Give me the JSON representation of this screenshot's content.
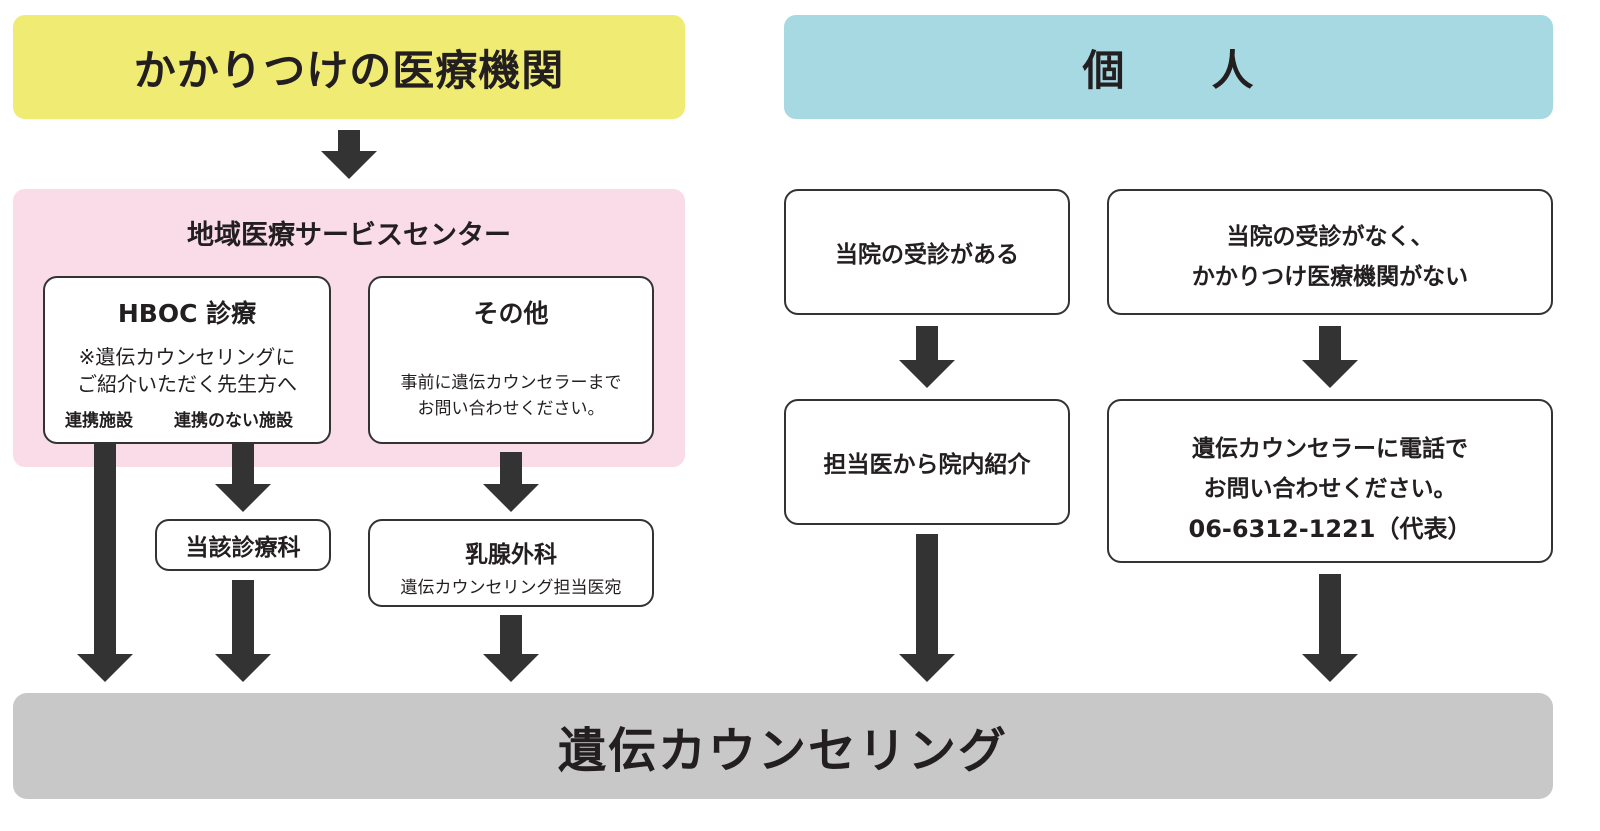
{
  "left_header": "かかりつけの医療機関",
  "right_header": "個　　人",
  "center": {
    "title": "地域医療サービスセンター",
    "hboc": {
      "title": "HBOC 診療",
      "note_line1": "※遺伝カウンセリングに",
      "note_line2": "ご紹介いただく先生方へ",
      "label_partner": "連携施設",
      "label_nonpartner": "連携のない施設"
    },
    "other": {
      "title": "その他",
      "line1": "事前に遺伝カウンセラーまで",
      "line2": "お問い合わせください。"
    }
  },
  "dept_box": "当該診療科",
  "breast": {
    "title": "乳腺外科",
    "sub": "遺伝カウンセリング担当医宛"
  },
  "visited": "当院の受診がある",
  "not_visited": {
    "line1": "当院の受診がなく、",
    "line2": "かかりつけ医療機関がない"
  },
  "referral": "担当医から院内紹介",
  "phone": {
    "line1": "遺伝カウンセラーに電話で",
    "line2": "お問い合わせください。",
    "line3": "06-6312-1221（代表）"
  },
  "bottom": "遺伝カウンセリング",
  "colors": {
    "yellow": "#f0ec73",
    "blue": "#a7d9e2",
    "pink": "#f9dce8",
    "gray": "#c8c8c8",
    "arrow": "#333333"
  }
}
